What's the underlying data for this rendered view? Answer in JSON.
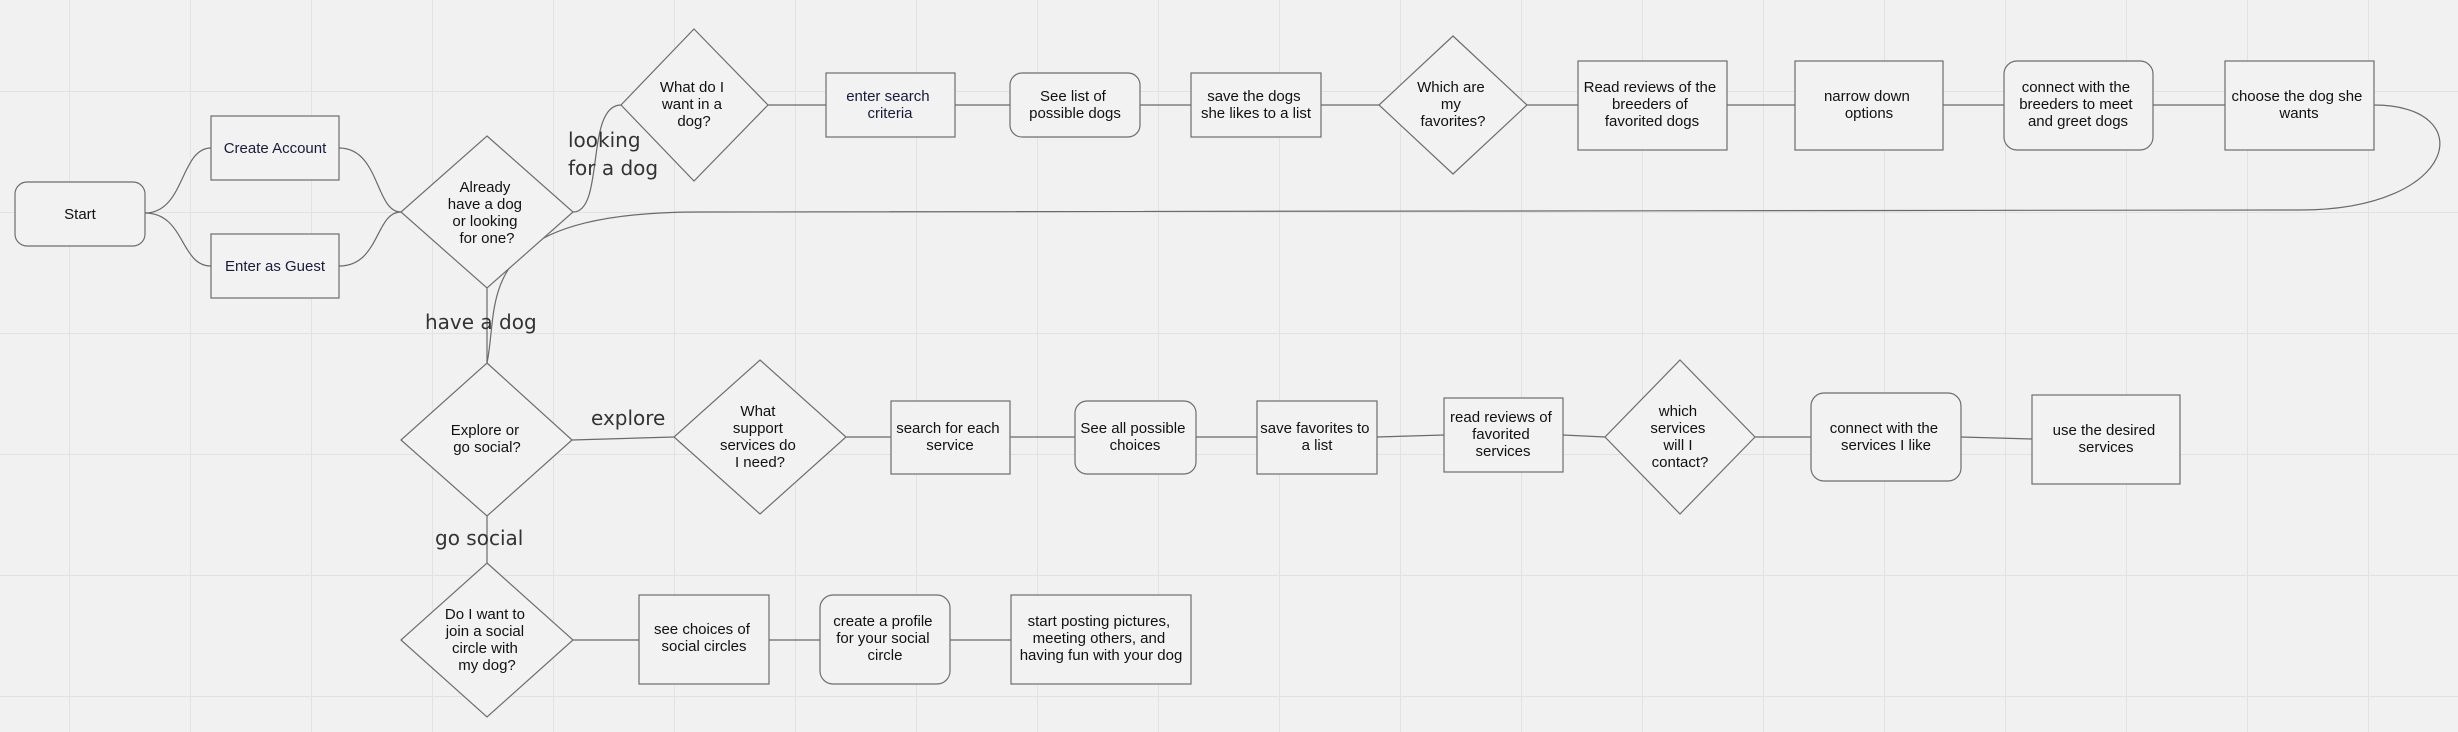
{
  "nodes": {
    "start": "Start",
    "create_account": "Create Account",
    "enter_guest": "Enter as Guest",
    "already_have": [
      "Already",
      "have a dog",
      "or looking",
      "for one?"
    ],
    "what_want": [
      "What do I",
      "want in a",
      "dog?"
    ],
    "enter_search": [
      "enter search",
      "criteria"
    ],
    "see_list": [
      "See list of",
      "possible dogs"
    ],
    "save_dogs": [
      "save the dogs",
      "she likes to a list"
    ],
    "which_favorites": [
      "Which are",
      "my",
      "favorites?"
    ],
    "read_reviews_breeders": [
      "Read reviews of the",
      "breeders of",
      "favorited dogs"
    ],
    "narrow_down": [
      "narrow down",
      "options"
    ],
    "connect_breeders": [
      "connect with the",
      "breeders to meet",
      "and greet dogs"
    ],
    "choose_dog": [
      "choose the dog she",
      "wants"
    ],
    "explore_social": [
      "Explore or",
      "go social?"
    ],
    "what_support": [
      "What",
      "support",
      "services do",
      "I need?"
    ],
    "search_service": [
      "search for each",
      "service"
    ],
    "see_choices": [
      "See all possible",
      "choices"
    ],
    "save_favorites": [
      "save favorites to",
      "a list"
    ],
    "read_reviews_services": [
      "read reviews of",
      "favorited",
      "services"
    ],
    "which_services": [
      "which",
      "services",
      "will I",
      "contact?"
    ],
    "connect_services": [
      "connect with the",
      "services I like"
    ],
    "use_services": [
      "use the desired",
      "services"
    ],
    "join_social": [
      "Do I want to",
      "join a social",
      "circle with",
      "my dog?"
    ],
    "see_social": [
      "see choices of",
      "social circles"
    ],
    "create_profile": [
      "create a profile",
      "for your social",
      "circle"
    ],
    "start_posting": [
      "start posting pictures,",
      "meeting others, and",
      "having fun with your dog"
    ]
  },
  "edge_labels": {
    "looking": [
      "looking",
      "for a dog"
    ],
    "have_dog": "have a dog",
    "explore": "explore",
    "go_social": "go social"
  }
}
